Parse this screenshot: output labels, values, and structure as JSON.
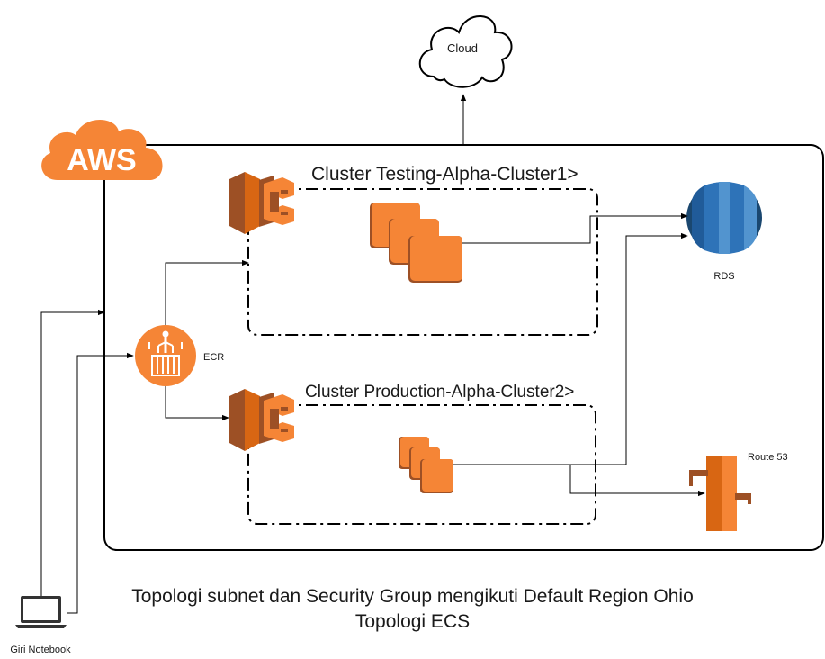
{
  "cloud": {
    "label": "Cloud"
  },
  "aws": {
    "label": "AWS",
    "color": "#f58536"
  },
  "cluster_testing": {
    "label": "Cluster Testing-Alpha-Cluster1>"
  },
  "cluster_production": {
    "label": "Cluster Production-Alpha-Cluster2>"
  },
  "ecr": {
    "label": "ECR"
  },
  "rds": {
    "label": "RDS"
  },
  "route53": {
    "label": "Route 53"
  },
  "notebook": {
    "label": "Giri Notebook"
  },
  "caption": {
    "line1": "Topologi subnet dan Security Group mengikuti Default Region Ohio",
    "line2": "Topologi ECS"
  },
  "colors": {
    "aws_orange": "#f58536",
    "ecs_dark": "#9d5025",
    "ecs_mid": "#d86613",
    "rds_dark": "#1a476f",
    "rds_mid": "#2e73b8",
    "rds_light": "#5294cf",
    "line": "#000000"
  }
}
